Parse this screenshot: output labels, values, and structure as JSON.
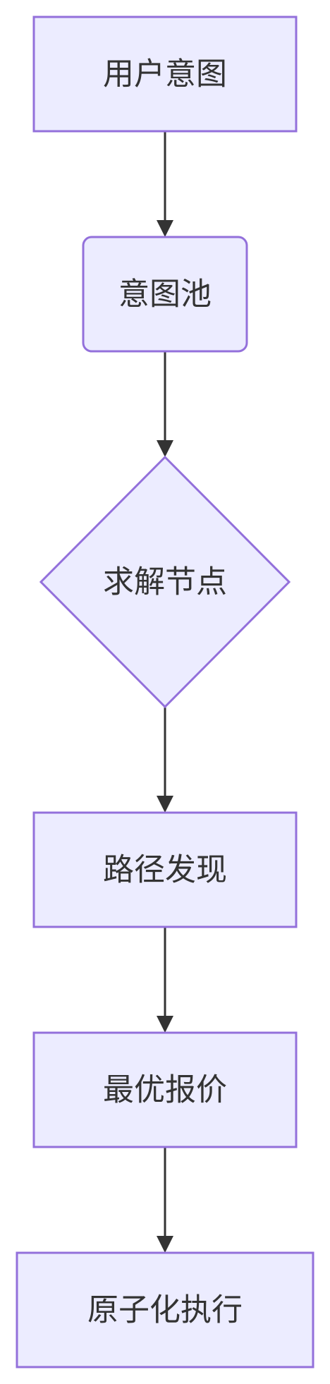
{
  "diagram": {
    "style": {
      "node_fill": "#ECECFF",
      "node_stroke": "#9370DB",
      "edge_color": "#333333",
      "text_color": "#333333",
      "background": "#FFFFFF"
    },
    "nodes": [
      {
        "id": "user-intent",
        "label": "用户意图",
        "shape": "rectangle"
      },
      {
        "id": "intent-pool",
        "label": "意图池",
        "shape": "rounded-rectangle"
      },
      {
        "id": "solver-node",
        "label": "求解节点",
        "shape": "diamond"
      },
      {
        "id": "path-discovery",
        "label": "路径发现",
        "shape": "rectangle"
      },
      {
        "id": "best-quote",
        "label": "最优报价",
        "shape": "rectangle"
      },
      {
        "id": "atomic-execution",
        "label": "原子化执行",
        "shape": "rectangle"
      }
    ],
    "edges": [
      {
        "from": "user-intent",
        "to": "intent-pool"
      },
      {
        "from": "intent-pool",
        "to": "solver-node"
      },
      {
        "from": "solver-node",
        "to": "path-discovery"
      },
      {
        "from": "path-discovery",
        "to": "best-quote"
      },
      {
        "from": "best-quote",
        "to": "atomic-execution"
      }
    ]
  }
}
